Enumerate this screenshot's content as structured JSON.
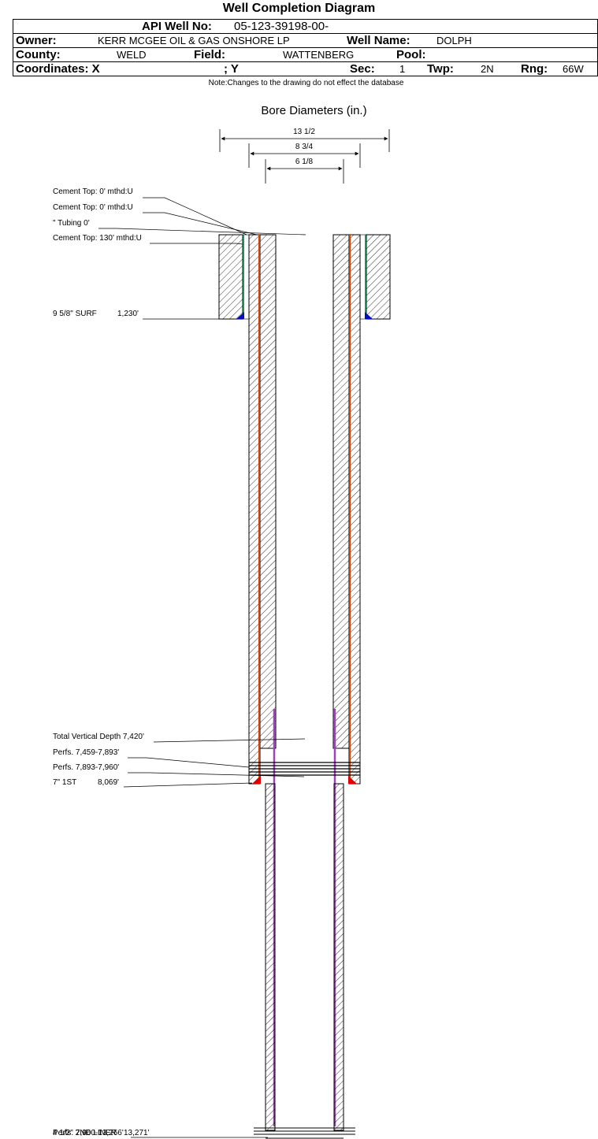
{
  "title": "Well Completion Diagram",
  "header": {
    "api_label": "API Well No:",
    "api_value": "05-123-39198-00-",
    "owner_label": "Owner:",
    "owner_value": "KERR MCGEE OIL & GAS ONSHORE LP",
    "well_name_label": "Well Name:",
    "well_name_value": "DOLPH",
    "county_label": "County:",
    "county_value": "WELD",
    "field_label": "Field:",
    "field_value": "WATTENBERG",
    "pool_label": "Pool:",
    "pool_value": "",
    "coordinates_label": "Coordinates: X",
    "y_label": "; Y",
    "sec_label": "Sec:",
    "sec_value": "1",
    "twp_label": "Twp:",
    "twp_value": "2N",
    "rng_label": "Rng:",
    "rng_value": "66W"
  },
  "note": "Note:Changes to the drawing do not effect the database",
  "bore_title": "Bore Diameters (in.)",
  "bore_diameters": [
    "13 1/2",
    "8 3/4",
    "6 1/8"
  ],
  "annotations": {
    "cement_top_1": "Cement Top: 0' mthd:U",
    "cement_top_2": "Cement Top: 0' mthd:U",
    "tubing": "\" Tubing 0'",
    "cement_top_3": "Cement Top: 130' mthd:U",
    "surface_casing": "9 5/8\" SURF",
    "surface_depth": "1,230'",
    "tvd": "Total Vertical Depth 7,420'",
    "perfs_1": "Perfs. 7,459-7,893'",
    "perfs_2": "Perfs. 7,893-7,960'",
    "first_casing": "7\" 1ST",
    "first_depth": "8,069'",
    "bottom_a": "4 1/2\" 2ND LINER",
    "bottom_b": "Perfs. 7,960-13,266'",
    "bottom_c": "13,271'"
  },
  "colors": {
    "casing": "#d04000",
    "cement_line": "#008040",
    "liner": "#a040c0",
    "shoe_blue": "#0010c0",
    "shoe_red": "#e00000"
  }
}
